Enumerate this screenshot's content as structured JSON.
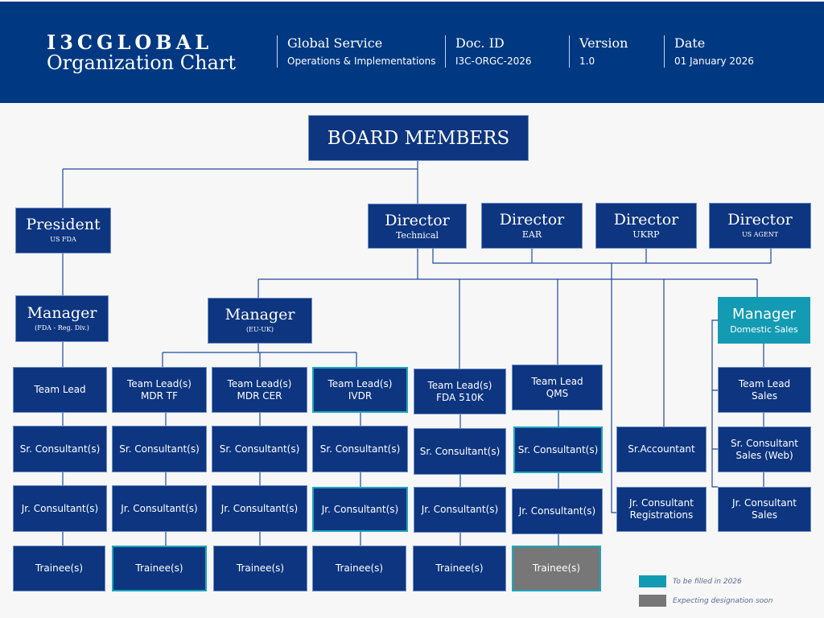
{
  "header": {
    "brand": "I3CGLOBAL",
    "title": "Organization Chart",
    "meta": [
      {
        "k": "Global Service",
        "v": "Operations & Implementations"
      },
      {
        "k": "Doc. ID",
        "v": "I3C-ORGC-2026"
      },
      {
        "k": "Version",
        "v": "1.0"
      },
      {
        "k": "Date",
        "v": "01 January 2026"
      }
    ]
  },
  "colors": {
    "header": "#003882",
    "box": "#0d3580",
    "to_be_filled": "#139bb3",
    "expecting": "#777777"
  },
  "board": "BOARD MEMBERS",
  "president": {
    "t": "President",
    "s": "US FDA"
  },
  "directors": [
    {
      "t": "Director",
      "s": "Technical"
    },
    {
      "t": "Director",
      "s": "EAR"
    },
    {
      "t": "Director",
      "s": "UKRP"
    },
    {
      "t": "Director",
      "s": "US AGENT"
    }
  ],
  "managers": [
    {
      "t": "Manager",
      "s": "(FDA - Reg. Div.)"
    },
    {
      "t": "Manager",
      "s": "(EU-UK)"
    },
    {
      "t": "Manager",
      "s": "Domestic Sales"
    }
  ],
  "leads": [
    "Team Lead",
    "Team Lead(s)\nMDR TF",
    "Team Lead(s)\nMDR CER",
    "Team Lead(s)\nIVDR",
    "Team Lead(s)\nFDA 510K",
    "Team Lead\nQMS",
    "Team Lead\nSales"
  ],
  "sr": [
    "Sr. Consultant(s)",
    "Sr. Consultant(s)",
    "Sr. Consultant(s)",
    "Sr. Consultant(s)",
    "Sr. Consultant(s)",
    "Sr. Consultant(s)",
    "Sr.Accountant",
    "Sr. Consultant\nSales (Web)"
  ],
  "jr": [
    "Jr. Consultant(s)",
    "Jr. Consultant(s)",
    "Jr. Consultant(s)",
    "Jr. Consultant(s)",
    "Jr. Consultant(s)",
    "Jr. Consultant(s)",
    "Jr. Consultant\nRegistrations",
    "Jr. Consultant\nSales"
  ],
  "trainee": [
    "Trainee(s)",
    "Trainee(s)",
    "Trainee(s)",
    "Trainee(s)",
    "Trainee(s)",
    "Trainee(s)"
  ],
  "legend": [
    {
      "label": "To be filled in 2026",
      "color": "#139bb3"
    },
    {
      "label": "Expecting designation soon",
      "color": "#777777"
    }
  ]
}
